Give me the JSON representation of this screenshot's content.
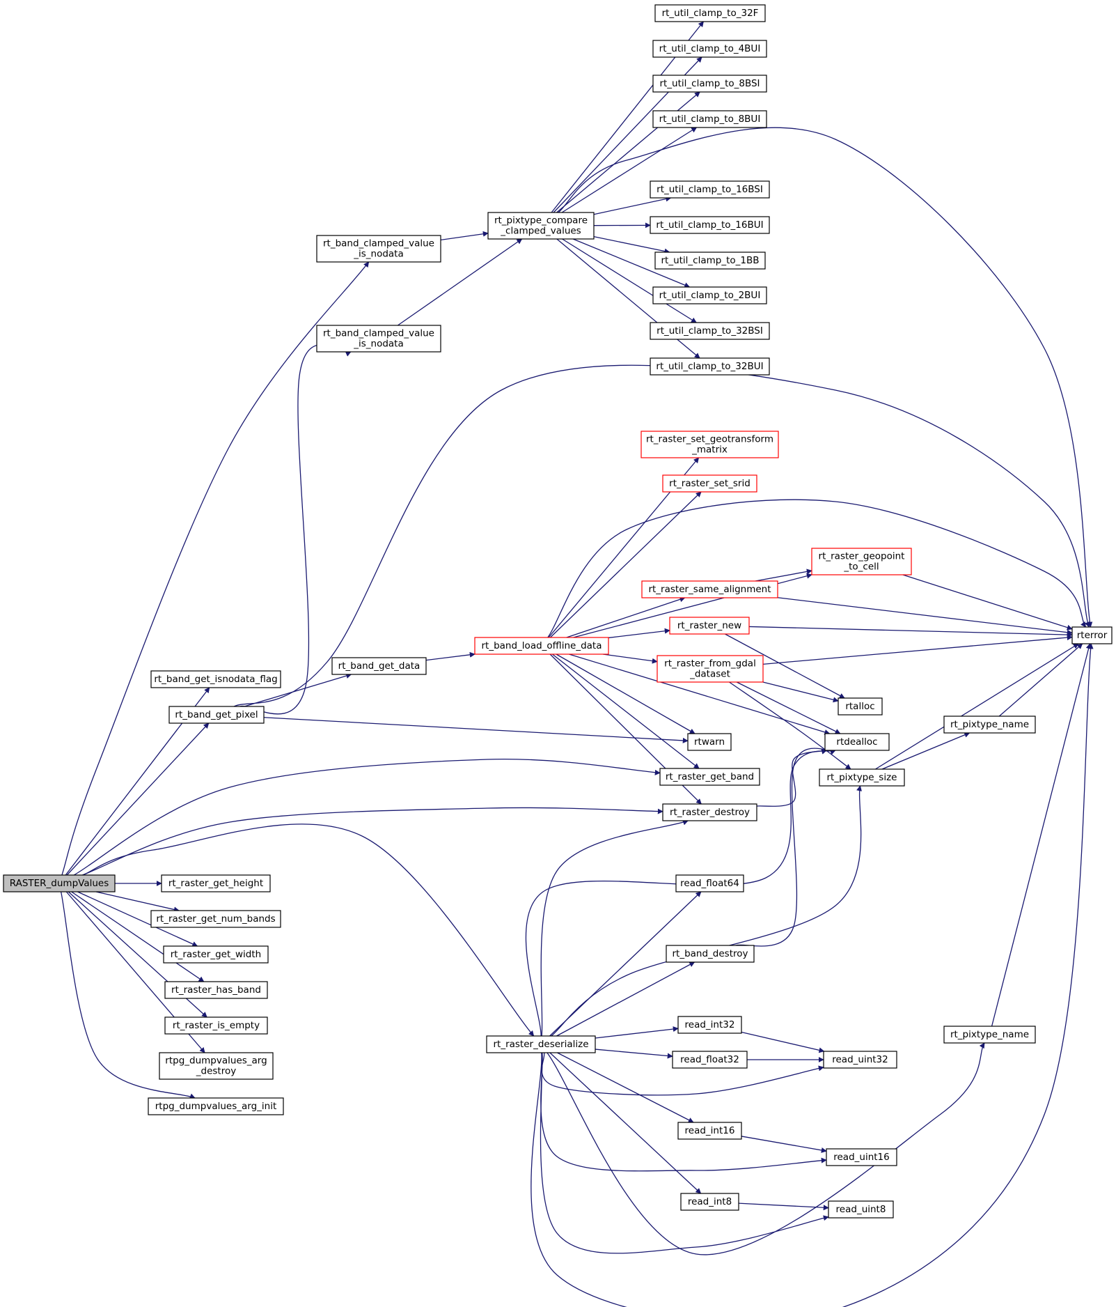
{
  "colors": {
    "edge": "#191970",
    "normal_border": "#000000",
    "truncated_border": "#ff0000",
    "root_fill": "#bfbfbf",
    "node_fill": "#ffffff"
  },
  "nodes": [
    {
      "id": "root",
      "lines": [
        "RASTER_dumpValues"
      ],
      "style": "root"
    },
    {
      "id": "band_clamped_1",
      "lines": [
        "rt_band_clamped_value",
        "_is_nodata"
      ],
      "style": "normal"
    },
    {
      "id": "band_clamped_2",
      "lines": [
        "rt_band_clamped_value",
        "_is_nodata"
      ],
      "style": "normal"
    },
    {
      "id": "pixtype_compare",
      "lines": [
        "rt_pixtype_compare",
        "_clamped_values"
      ],
      "style": "normal"
    },
    {
      "id": "clamp_32F",
      "lines": [
        "rt_util_clamp_to_32F"
      ],
      "style": "normal"
    },
    {
      "id": "clamp_4BUI",
      "lines": [
        "rt_util_clamp_to_4BUI"
      ],
      "style": "normal"
    },
    {
      "id": "clamp_8BSI",
      "lines": [
        "rt_util_clamp_to_8BSI"
      ],
      "style": "normal"
    },
    {
      "id": "clamp_8BUI",
      "lines": [
        "rt_util_clamp_to_8BUI"
      ],
      "style": "normal"
    },
    {
      "id": "clamp_16BSI",
      "lines": [
        "rt_util_clamp_to_16BSI"
      ],
      "style": "normal"
    },
    {
      "id": "clamp_16BUI",
      "lines": [
        "rt_util_clamp_to_16BUI"
      ],
      "style": "normal"
    },
    {
      "id": "clamp_1BB",
      "lines": [
        "rt_util_clamp_to_1BB"
      ],
      "style": "normal"
    },
    {
      "id": "clamp_2BUI",
      "lines": [
        "rt_util_clamp_to_2BUI"
      ],
      "style": "normal"
    },
    {
      "id": "clamp_32BSI",
      "lines": [
        "rt_util_clamp_to_32BSI"
      ],
      "style": "normal"
    },
    {
      "id": "clamp_32BUI",
      "lines": [
        "rt_util_clamp_to_32BUI"
      ],
      "style": "normal"
    },
    {
      "id": "rterror",
      "lines": [
        "rterror"
      ],
      "style": "normal"
    },
    {
      "id": "get_isnodata_flag",
      "lines": [
        "rt_band_get_isnodata_flag"
      ],
      "style": "normal"
    },
    {
      "id": "get_pixel",
      "lines": [
        "rt_band_get_pixel"
      ],
      "style": "normal"
    },
    {
      "id": "get_data",
      "lines": [
        "rt_band_get_data"
      ],
      "style": "normal"
    },
    {
      "id": "load_offline",
      "lines": [
        "rt_band_load_offline_data"
      ],
      "style": "truncated"
    },
    {
      "id": "set_geotransform",
      "lines": [
        "rt_raster_set_geotransform",
        "_matrix"
      ],
      "style": "truncated"
    },
    {
      "id": "set_srid",
      "lines": [
        "rt_raster_set_srid"
      ],
      "style": "truncated"
    },
    {
      "id": "geopoint_to_cell",
      "lines": [
        "rt_raster_geopoint",
        "_to_cell"
      ],
      "style": "truncated"
    },
    {
      "id": "same_alignment",
      "lines": [
        "rt_raster_same_alignment"
      ],
      "style": "truncated"
    },
    {
      "id": "raster_new",
      "lines": [
        "rt_raster_new"
      ],
      "style": "truncated"
    },
    {
      "id": "from_gdal",
      "lines": [
        "rt_raster_from_gdal",
        "_dataset"
      ],
      "style": "truncated"
    },
    {
      "id": "rtalloc",
      "lines": [
        "rtalloc"
      ],
      "style": "normal"
    },
    {
      "id": "rtdealloc",
      "lines": [
        "rtdealloc"
      ],
      "style": "normal"
    },
    {
      "id": "rtwarn",
      "lines": [
        "rtwarn"
      ],
      "style": "normal"
    },
    {
      "id": "get_band",
      "lines": [
        "rt_raster_get_band"
      ],
      "style": "normal"
    },
    {
      "id": "raster_destroy",
      "lines": [
        "rt_raster_destroy"
      ],
      "style": "normal"
    },
    {
      "id": "pixtype_size",
      "lines": [
        "rt_pixtype_size"
      ],
      "style": "normal"
    },
    {
      "id": "pixtype_name_1",
      "lines": [
        "rt_pixtype_name"
      ],
      "style": "normal"
    },
    {
      "id": "pixtype_name_2",
      "lines": [
        "rt_pixtype_name"
      ],
      "style": "normal"
    },
    {
      "id": "get_height",
      "lines": [
        "rt_raster_get_height"
      ],
      "style": "normal"
    },
    {
      "id": "get_num_bands",
      "lines": [
        "rt_raster_get_num_bands"
      ],
      "style": "normal"
    },
    {
      "id": "get_width",
      "lines": [
        "rt_raster_get_width"
      ],
      "style": "normal"
    },
    {
      "id": "has_band",
      "lines": [
        "rt_raster_has_band"
      ],
      "style": "normal"
    },
    {
      "id": "is_empty",
      "lines": [
        "rt_raster_is_empty"
      ],
      "style": "normal"
    },
    {
      "id": "arg_destroy",
      "lines": [
        "rtpg_dumpvalues_arg",
        "_destroy"
      ],
      "style": "normal"
    },
    {
      "id": "arg_init",
      "lines": [
        "rtpg_dumpvalues_arg_init"
      ],
      "style": "normal"
    },
    {
      "id": "deserialize",
      "lines": [
        "rt_raster_deserialize"
      ],
      "style": "normal"
    },
    {
      "id": "read_float64",
      "lines": [
        "read_float64"
      ],
      "style": "normal"
    },
    {
      "id": "band_destroy",
      "lines": [
        "rt_band_destroy"
      ],
      "style": "normal"
    },
    {
      "id": "read_int32",
      "lines": [
        "read_int32"
      ],
      "style": "normal"
    },
    {
      "id": "read_float32",
      "lines": [
        "read_float32"
      ],
      "style": "normal"
    },
    {
      "id": "read_uint32",
      "lines": [
        "read_uint32"
      ],
      "style": "normal"
    },
    {
      "id": "read_int16",
      "lines": [
        "read_int16"
      ],
      "style": "normal"
    },
    {
      "id": "read_uint16",
      "lines": [
        "read_uint16"
      ],
      "style": "normal"
    },
    {
      "id": "read_int8",
      "lines": [
        "read_int8"
      ],
      "style": "normal"
    },
    {
      "id": "read_uint8",
      "lines": [
        "read_uint8"
      ],
      "style": "normal"
    }
  ],
  "edges": [
    [
      "root",
      "band_clamped_1"
    ],
    [
      "root",
      "get_isnodata_flag"
    ],
    [
      "root",
      "get_pixel"
    ],
    [
      "root",
      "get_band"
    ],
    [
      "root",
      "raster_destroy"
    ],
    [
      "root",
      "deserialize"
    ],
    [
      "root",
      "get_height"
    ],
    [
      "root",
      "get_num_bands"
    ],
    [
      "root",
      "get_width"
    ],
    [
      "root",
      "has_band"
    ],
    [
      "root",
      "is_empty"
    ],
    [
      "root",
      "arg_destroy"
    ],
    [
      "root",
      "arg_init"
    ],
    [
      "band_clamped_1",
      "pixtype_compare"
    ],
    [
      "band_clamped_2",
      "pixtype_compare"
    ],
    [
      "pixtype_compare",
      "clamp_32F"
    ],
    [
      "pixtype_compare",
      "clamp_4BUI"
    ],
    [
      "pixtype_compare",
      "clamp_8BSI"
    ],
    [
      "pixtype_compare",
      "clamp_8BUI"
    ],
    [
      "pixtype_compare",
      "rterror"
    ],
    [
      "pixtype_compare",
      "clamp_16BSI"
    ],
    [
      "pixtype_compare",
      "clamp_16BUI"
    ],
    [
      "pixtype_compare",
      "clamp_1BB"
    ],
    [
      "pixtype_compare",
      "clamp_2BUI"
    ],
    [
      "pixtype_compare",
      "clamp_32BSI"
    ],
    [
      "pixtype_compare",
      "clamp_32BUI"
    ],
    [
      "get_pixel",
      "band_clamped_2"
    ],
    [
      "get_pixel",
      "rterror"
    ],
    [
      "get_pixel",
      "get_data"
    ],
    [
      "get_pixel",
      "rtwarn"
    ],
    [
      "get_data",
      "load_offline"
    ],
    [
      "load_offline",
      "set_geotransform"
    ],
    [
      "load_offline",
      "set_srid"
    ],
    [
      "load_offline",
      "rterror"
    ],
    [
      "load_offline",
      "geopoint_to_cell"
    ],
    [
      "load_offline",
      "same_alignment"
    ],
    [
      "load_offline",
      "raster_new"
    ],
    [
      "load_offline",
      "from_gdal"
    ],
    [
      "load_offline",
      "rtdealloc"
    ],
    [
      "load_offline",
      "rtwarn"
    ],
    [
      "load_offline",
      "get_band"
    ],
    [
      "load_offline",
      "raster_destroy"
    ],
    [
      "geopoint_to_cell",
      "rterror"
    ],
    [
      "same_alignment",
      "geopoint_to_cell"
    ],
    [
      "same_alignment",
      "rterror"
    ],
    [
      "raster_new",
      "rterror"
    ],
    [
      "raster_new",
      "rtalloc"
    ],
    [
      "from_gdal",
      "rterror"
    ],
    [
      "from_gdal",
      "rtalloc"
    ],
    [
      "from_gdal",
      "rtdealloc"
    ],
    [
      "from_gdal",
      "pixtype_size"
    ],
    [
      "raster_destroy",
      "rtdealloc"
    ],
    [
      "pixtype_size",
      "pixtype_name_1"
    ],
    [
      "pixtype_size",
      "rterror"
    ],
    [
      "pixtype_name_1",
      "rterror"
    ],
    [
      "deserialize",
      "raster_destroy"
    ],
    [
      "deserialize",
      "rtdealloc"
    ],
    [
      "deserialize",
      "read_float64"
    ],
    [
      "deserialize",
      "band_destroy"
    ],
    [
      "deserialize",
      "pixtype_size"
    ],
    [
      "deserialize",
      "read_int32"
    ],
    [
      "deserialize",
      "read_float32"
    ],
    [
      "deserialize",
      "read_uint32"
    ],
    [
      "deserialize",
      "read_int16"
    ],
    [
      "deserialize",
      "read_uint16"
    ],
    [
      "deserialize",
      "read_int8"
    ],
    [
      "deserialize",
      "read_uint8"
    ],
    [
      "deserialize",
      "pixtype_name_2"
    ],
    [
      "deserialize",
      "rterror"
    ],
    [
      "band_destroy",
      "rtdealloc"
    ],
    [
      "read_int32",
      "read_uint32"
    ],
    [
      "read_float32",
      "read_uint32"
    ],
    [
      "read_int16",
      "read_uint16"
    ],
    [
      "read_int8",
      "read_uint8"
    ],
    [
      "pixtype_name_2",
      "rterror"
    ]
  ]
}
